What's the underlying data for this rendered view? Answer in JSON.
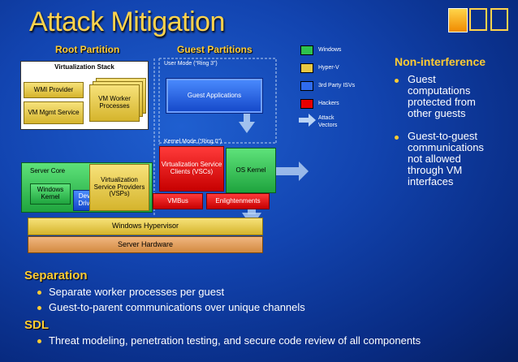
{
  "title": "Attack Mitigation",
  "headers": {
    "root_partition": "Root Partition",
    "guest_partitions": "Guest Partitions"
  },
  "modes": {
    "user": "User Mode (“Ring 3”)",
    "kernel": "Kernel Mode (“Ring 0”)"
  },
  "root": {
    "virtualization_stack": "Virtualization Stack",
    "wmi_provider": "WMI Provider",
    "vm_mgmt_service": "VM Mgmt Service",
    "vm_worker_processes": "VM Worker Processes",
    "server_core": "Server Core",
    "windows_kernel": "Windows Kernel",
    "device_drivers": "Device Drivers",
    "vsp": "Virtualization Service Providers (VSPs)"
  },
  "guest": {
    "guest_applications": "Guest Applications",
    "vsc": "Virtualization Service Clients (VSCs)",
    "os_kernel": "OS Kernel",
    "vmbus": "VMBus",
    "enlightenments": "Enlightenments"
  },
  "platform": {
    "hypervisor": "Windows Hypervisor",
    "hardware": "Server Hardware"
  },
  "legend": [
    {
      "label": "Windows",
      "color": "#2ec24e"
    },
    {
      "label": "Hyper-V",
      "color": "#e8c844"
    },
    {
      "label": "3rd Party ISVs",
      "color": "#2f6cf0"
    },
    {
      "label": "Hackers",
      "color": "#e80000"
    },
    {
      "label": "Attack Vectors",
      "color": "#b9d3f5"
    }
  ],
  "non_interference": {
    "heading": "Non-interference",
    "bullet1": [
      "Guest",
      "computations",
      "protected from",
      "other guests"
    ],
    "bullet2": [
      "Guest-to-guest",
      "communications",
      "not allowed",
      "through VM",
      "interfaces"
    ]
  },
  "separation": {
    "heading": "Separation",
    "bullets": [
      "Separate worker processes per guest",
      "Guest-to-parent communications over unique channels"
    ]
  },
  "sdl": {
    "heading": "SDL",
    "bullets": [
      "Threat modeling, penetration testing, and secure code review of all components"
    ]
  },
  "colors": {
    "accent": "#ffcc33",
    "background": "#1244b0"
  }
}
